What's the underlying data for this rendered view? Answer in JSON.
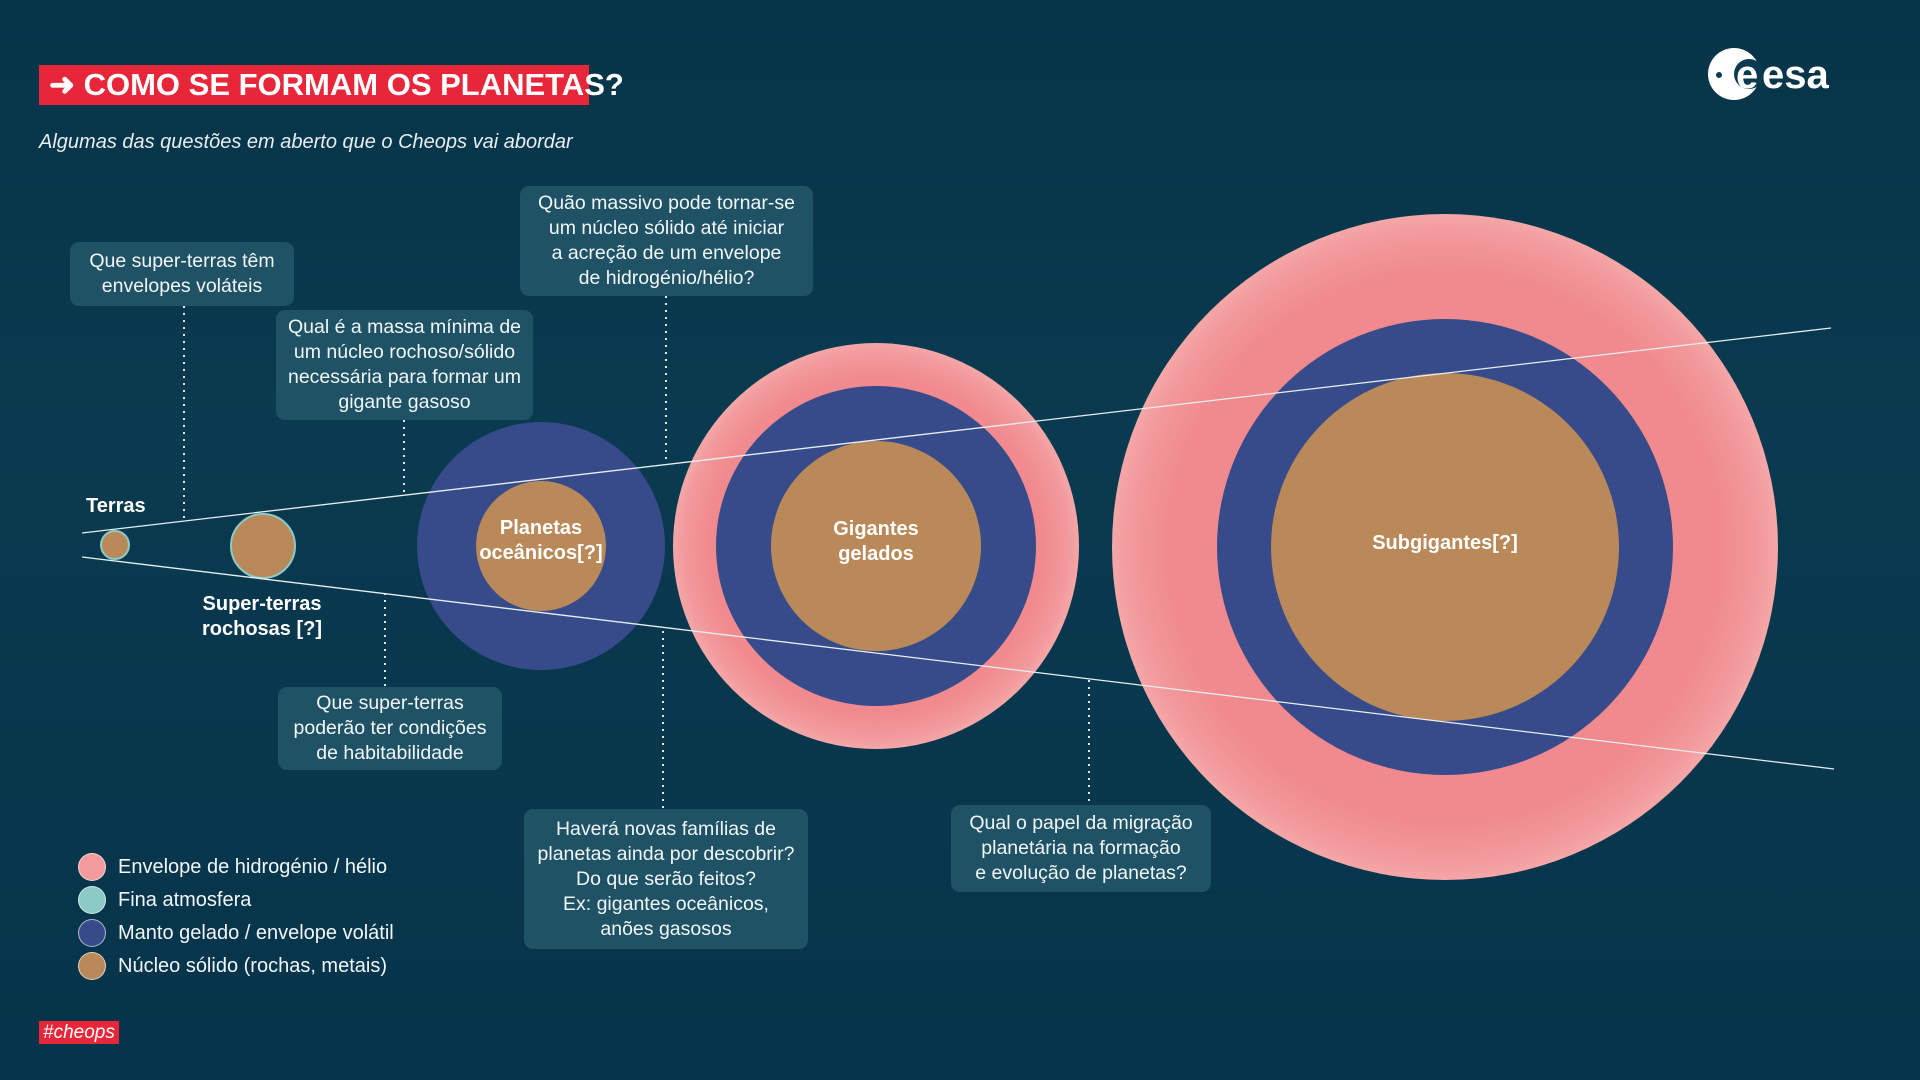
{
  "header": {
    "title": "COMO SE FORMAM OS PLANETAS?",
    "title_icon": "arrow-right-icon",
    "subtitle": "Algumas das questões em aberto que o Cheops vai abordar",
    "logo_text": "esa"
  },
  "planets": {
    "terras": "Terras",
    "super_terras": "Super-terras\nrochosas [?]",
    "oceanicos": "Planetas\noceânicos[?]",
    "gigantes": "Gigantes\ngelados",
    "subgigantes": "Subgigantes[?]"
  },
  "questions": [
    "Que super-terras têm\nenvelopes voláteis",
    "Qual é a massa mínima de\num núcleo rochoso/sólido\nnecessária para formar um\ngigante gasoso",
    "Quão massivo pode tornar-se\num núcleo sólido até iniciar\na acreção de um envelope\nde hidrogénio/hélio?",
    "Que super-terras\npoderão ter condições\nde habitabilidade",
    "Haverá novas famílias de\nplanetas ainda por descobrir?\nDo que serão feitos?\nEx: gigantes oceânicos,\nanões gasosos",
    "Qual o papel da migração\nplanetária na formação\ne evolução de planetas?"
  ],
  "legend": [
    {
      "label": "Envelope de hidrogénio / hélio",
      "color": "#f08a8e"
    },
    {
      "label": "Fina atmosfera",
      "color": "#8ccac6"
    },
    {
      "label": "Manto gelado / envelope volátil",
      "color": "#374a8a"
    },
    {
      "label": "Núcleo sólido (rochas, metais)",
      "color": "#b9895a"
    }
  ],
  "footer": {
    "hashtag": "#cheops"
  },
  "colors": {
    "accent": "#e8263a",
    "background": "#0a3a4f",
    "box": "#1e5264"
  }
}
